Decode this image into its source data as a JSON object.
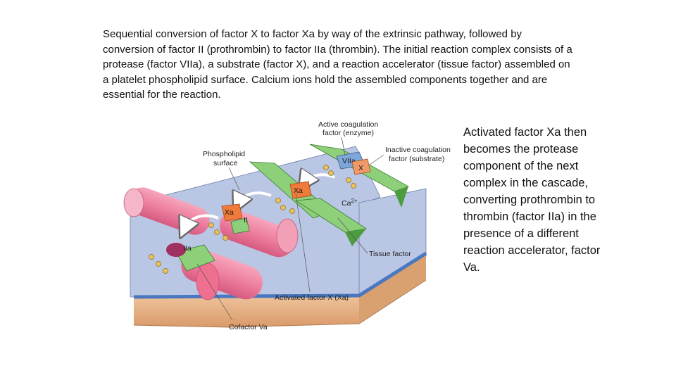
{
  "caption": "Sequential conversion of factor X to factor Xa by way of the extrinsic pathway, followed by conversion of factor II (prothrombin) to factor IIa (thrombin). The initial reaction complex consists of a protease (factor VIIa), a substrate (factor X), and a reaction accelerator (tissue factor) assembled on a platelet phospholipid surface. Calcium ions hold the assembled components together and are essential for the reaction.",
  "side_text": "Activated factor Xa then becomes the protease component of the next complex in the cascade, converting prothrombin to thrombin (factor IIa) in the presence of a different reaction accelerator, factor Va.",
  "diagram": {
    "labels": {
      "active_enzyme_1": "Active coagulation",
      "active_enzyme_2": "factor (enzyme)",
      "inactive_substrate_1": "Inactive coagulation",
      "inactive_substrate_2": "factor (substrate)",
      "phospholipid_1": "Phospholipid",
      "phospholipid_2": "surface",
      "tissue_factor": "Tissue factor",
      "activated_factor_x": "Activated factor X (Xa)",
      "cofactor_va": "Cofactor Va",
      "calcium": "Ca",
      "calcium_charge": "2+"
    },
    "molecules": {
      "viia": "VIIa",
      "x": "X",
      "xa_center": "Xa",
      "xa_left": "Xa",
      "ii": "II",
      "iia": "IIa"
    }
  },
  "colors": {
    "membrane_top": "#b9c6e4",
    "membrane_side": "#e8b88c",
    "membrane_stripe": "#4a78c0",
    "tissue_factor": "#8ed07a",
    "enzyme": "#f07a3a",
    "cylinder": "#ee7fa0",
    "calcium": "#e8c25a"
  }
}
